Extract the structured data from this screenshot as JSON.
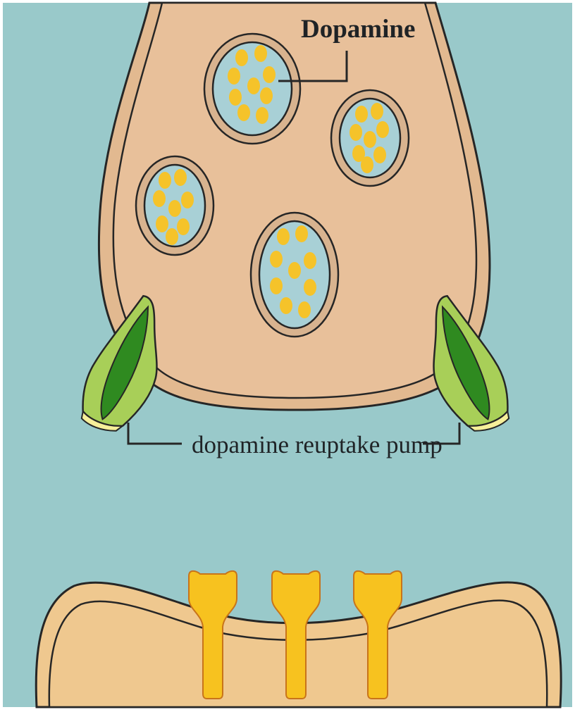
{
  "labels": {
    "dopamine": "Dopamine",
    "reuptake_pump": "dopamine reuptake pump"
  },
  "colors": {
    "synaptic_fluid": "#99c9ca",
    "presynaptic_membrane": "#e2b990",
    "presynaptic_cytoplasm": "#e8c09a",
    "postsynaptic_membrane": "#efc88f",
    "vesicle_wall": "#d8b38f",
    "vesicle_lumen": "#a8d0d6",
    "dopamine_molecule": "#f5c32a",
    "pump_outer": "#a8cf58",
    "pump_inner": "#2f8a20",
    "receptor": "#f7c21f",
    "outline": "#262626"
  },
  "structures": {
    "presynaptic_neuron": "presynaptic-terminal",
    "vesicle_count": 4,
    "pump_count": 2,
    "receptor_count": 3,
    "postsynaptic_neuron": "postsynaptic-membrane"
  }
}
